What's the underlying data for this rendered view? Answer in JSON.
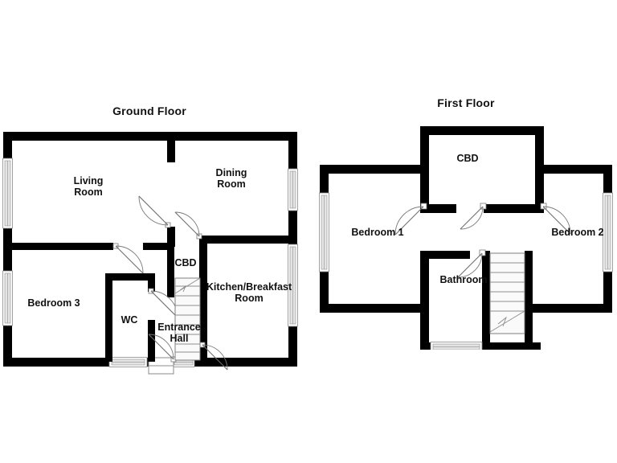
{
  "document": {
    "type": "residential-floor-plan",
    "background_color": "#ffffff",
    "wall_color": "#000000",
    "window_color": "#e4e4e4",
    "text_color": "#111111"
  },
  "floors": [
    {
      "id": "ground",
      "title": "Ground Floor",
      "rooms": [
        {
          "id": "living-room",
          "label": "Living\nRoom"
        },
        {
          "id": "dining-room",
          "label": "Dining\nRoom"
        },
        {
          "id": "bedroom-3",
          "label": "Bedroom 3"
        },
        {
          "id": "cbd",
          "label": "CBD"
        },
        {
          "id": "kitchen-breakfast-room",
          "label": "Kitchen/Breakfast\nRoom"
        },
        {
          "id": "wc",
          "label": "WC"
        },
        {
          "id": "entrance-hall",
          "label": "Entrance\nHall"
        }
      ],
      "features": {
        "windows": 7,
        "doors": 6,
        "staircase": true
      }
    },
    {
      "id": "first",
      "title": "First Floor",
      "rooms": [
        {
          "id": "cbd-upper",
          "label": "CBD"
        },
        {
          "id": "bedroom-1",
          "label": "Bedroom 1"
        },
        {
          "id": "bedroom-2",
          "label": "Bedroom 2"
        },
        {
          "id": "bathroom",
          "label": "Bathroom"
        }
      ],
      "features": {
        "windows": 3,
        "doors": 4,
        "staircase": true
      }
    }
  ]
}
